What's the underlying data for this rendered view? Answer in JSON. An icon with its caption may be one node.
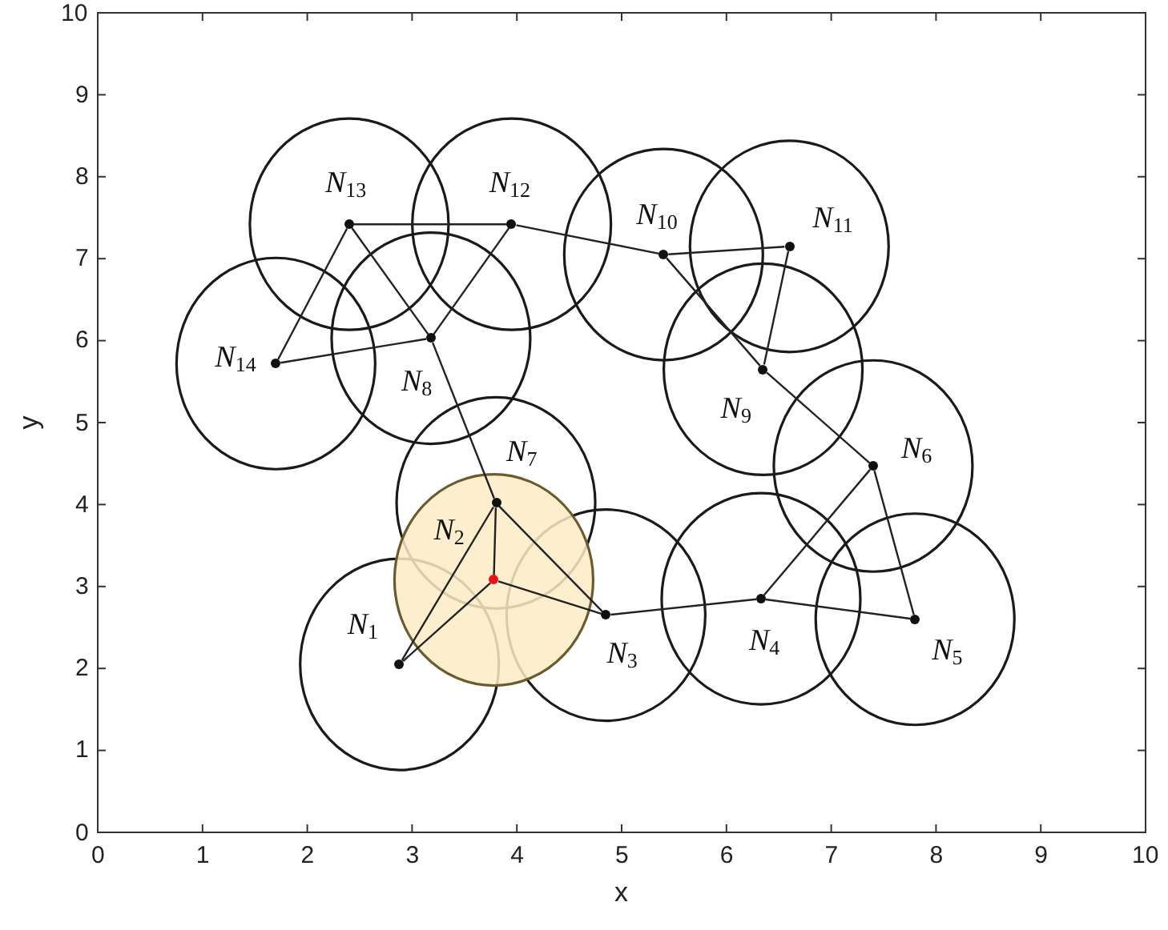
{
  "diagram": {
    "nodes": [
      {
        "text": [],
        "shape": "circle",
        "beside": [
          "N$_{1}$"
        ]
      },
      {
        "text": [],
        "shape": "circle",
        "beside": [
          "N$_{2}$"
        ]
      },
      {
        "text": [],
        "shape": "circle",
        "beside": [
          "N$_{3}$"
        ]
      },
      {
        "text": [],
        "shape": "circle",
        "beside": [
          "N$_{4}$"
        ]
      },
      {
        "text": [],
        "shape": "circle",
        "beside": [
          "N$_{5}$"
        ]
      },
      {
        "text": [],
        "shape": "circle",
        "beside": [
          "N$_{6}$"
        ]
      },
      {
        "text": [],
        "shape": "circle",
        "beside": [
          "N$_{7}$"
        ]
      },
      {
        "text": [],
        "shape": "circle",
        "beside": [
          "N$_{8}$"
        ]
      },
      {
        "text": [],
        "shape": "circle",
        "beside": [
          "N$_{9}$"
        ]
      },
      {
        "text": [],
        "shape": "circle",
        "beside": [
          "N$_{10}$"
        ]
      },
      {
        "text": [],
        "shape": "circle",
        "beside": [
          "N$_{11}$"
        ]
      },
      {
        "text": [],
        "shape": "circle",
        "beside": [
          "N$_{12}$"
        ]
      },
      {
        "text": [],
        "shape": "circle",
        "beside": [
          "N$_{13}$"
        ]
      },
      {
        "text": [],
        "shape": "circle",
        "beside": [
          "N$_{14}$"
        ]
      }
    ],
    "edges": [
      {
        "from": 0,
        "to": 1,
        "arrow": "none"
      },
      {
        "from": 1,
        "to": 6,
        "arrow": "none"
      },
      {
        "from": 1,
        "to": 2,
        "arrow": "none"
      },
      {
        "from": 0,
        "to": 6,
        "arrow": "none"
      },
      {
        "from": 6,
        "to": 2,
        "arrow": "none"
      },
      {
        "from": 6,
        "to": 7,
        "arrow": "none"
      },
      {
        "from": 7,
        "to": 12,
        "arrow": "none"
      },
      {
        "from": 7,
        "to": 13,
        "arrow": "none"
      },
      {
        "from": 7,
        "to": 11,
        "arrow": "none"
      },
      {
        "from": 13,
        "to": 12,
        "arrow": "none"
      },
      {
        "from": 12,
        "to": 11,
        "arrow": "none"
      },
      {
        "from": 11,
        "to": 9,
        "arrow": "none"
      },
      {
        "from": 9,
        "to": 10,
        "arrow": "none"
      },
      {
        "from": 10,
        "to": 8,
        "arrow": "none"
      },
      {
        "from": 9,
        "to": 8,
        "arrow": "none"
      },
      {
        "from": 8,
        "to": 5,
        "arrow": "none"
      },
      {
        "from": 5,
        "to": 3,
        "arrow": "none"
      },
      {
        "from": 5,
        "to": 4,
        "arrow": "none"
      },
      {
        "from": 2,
        "to": 3,
        "arrow": "none"
      },
      {
        "from": 3,
        "to": 4,
        "arrow": "none"
      }
    ],
    "labels": [
      "10",
      "9",
      "8",
      "7",
      "6",
      "y",
      "5",
      "4",
      "3",
      "2",
      "1",
      "0",
      "0",
      "1",
      "2",
      "3",
      "4",
      "5",
      "6",
      "7",
      "8",
      "9",
      "10",
      "x"
    ]
  }
}
